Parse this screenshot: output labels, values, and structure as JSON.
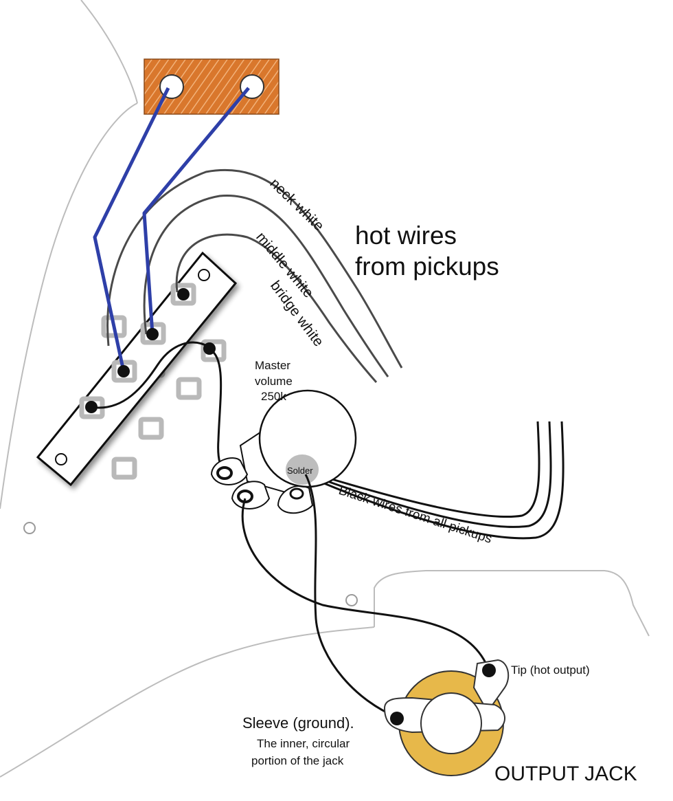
{
  "labels": {
    "hot_wires_line1": "hot wires",
    "hot_wires_line2": "from pickups",
    "neck_white": "neck white",
    "middle_white": "middle white",
    "bridge_white": "bridge white",
    "master_line1": "Master",
    "master_line2": "volume",
    "master_line3": "250k",
    "solder": "Solder",
    "black_wires": "Black wires from all pickups",
    "tip": "Tip (hot output)",
    "sleeve_line1": "Sleeve (ground).",
    "sleeve_line2": "The inner, circular",
    "sleeve_line3": "portion of the jack",
    "output_jack": "OUTPUT JACK"
  },
  "colors": {
    "blue_wire": "#2e3fa8",
    "black_wire": "#111111",
    "gray_wire": "#555555",
    "capacitor": "#d9772c",
    "jack_ring": "#e7b84a",
    "solder_blob": "#bdbdbd",
    "outline": "#b7b7b7"
  }
}
